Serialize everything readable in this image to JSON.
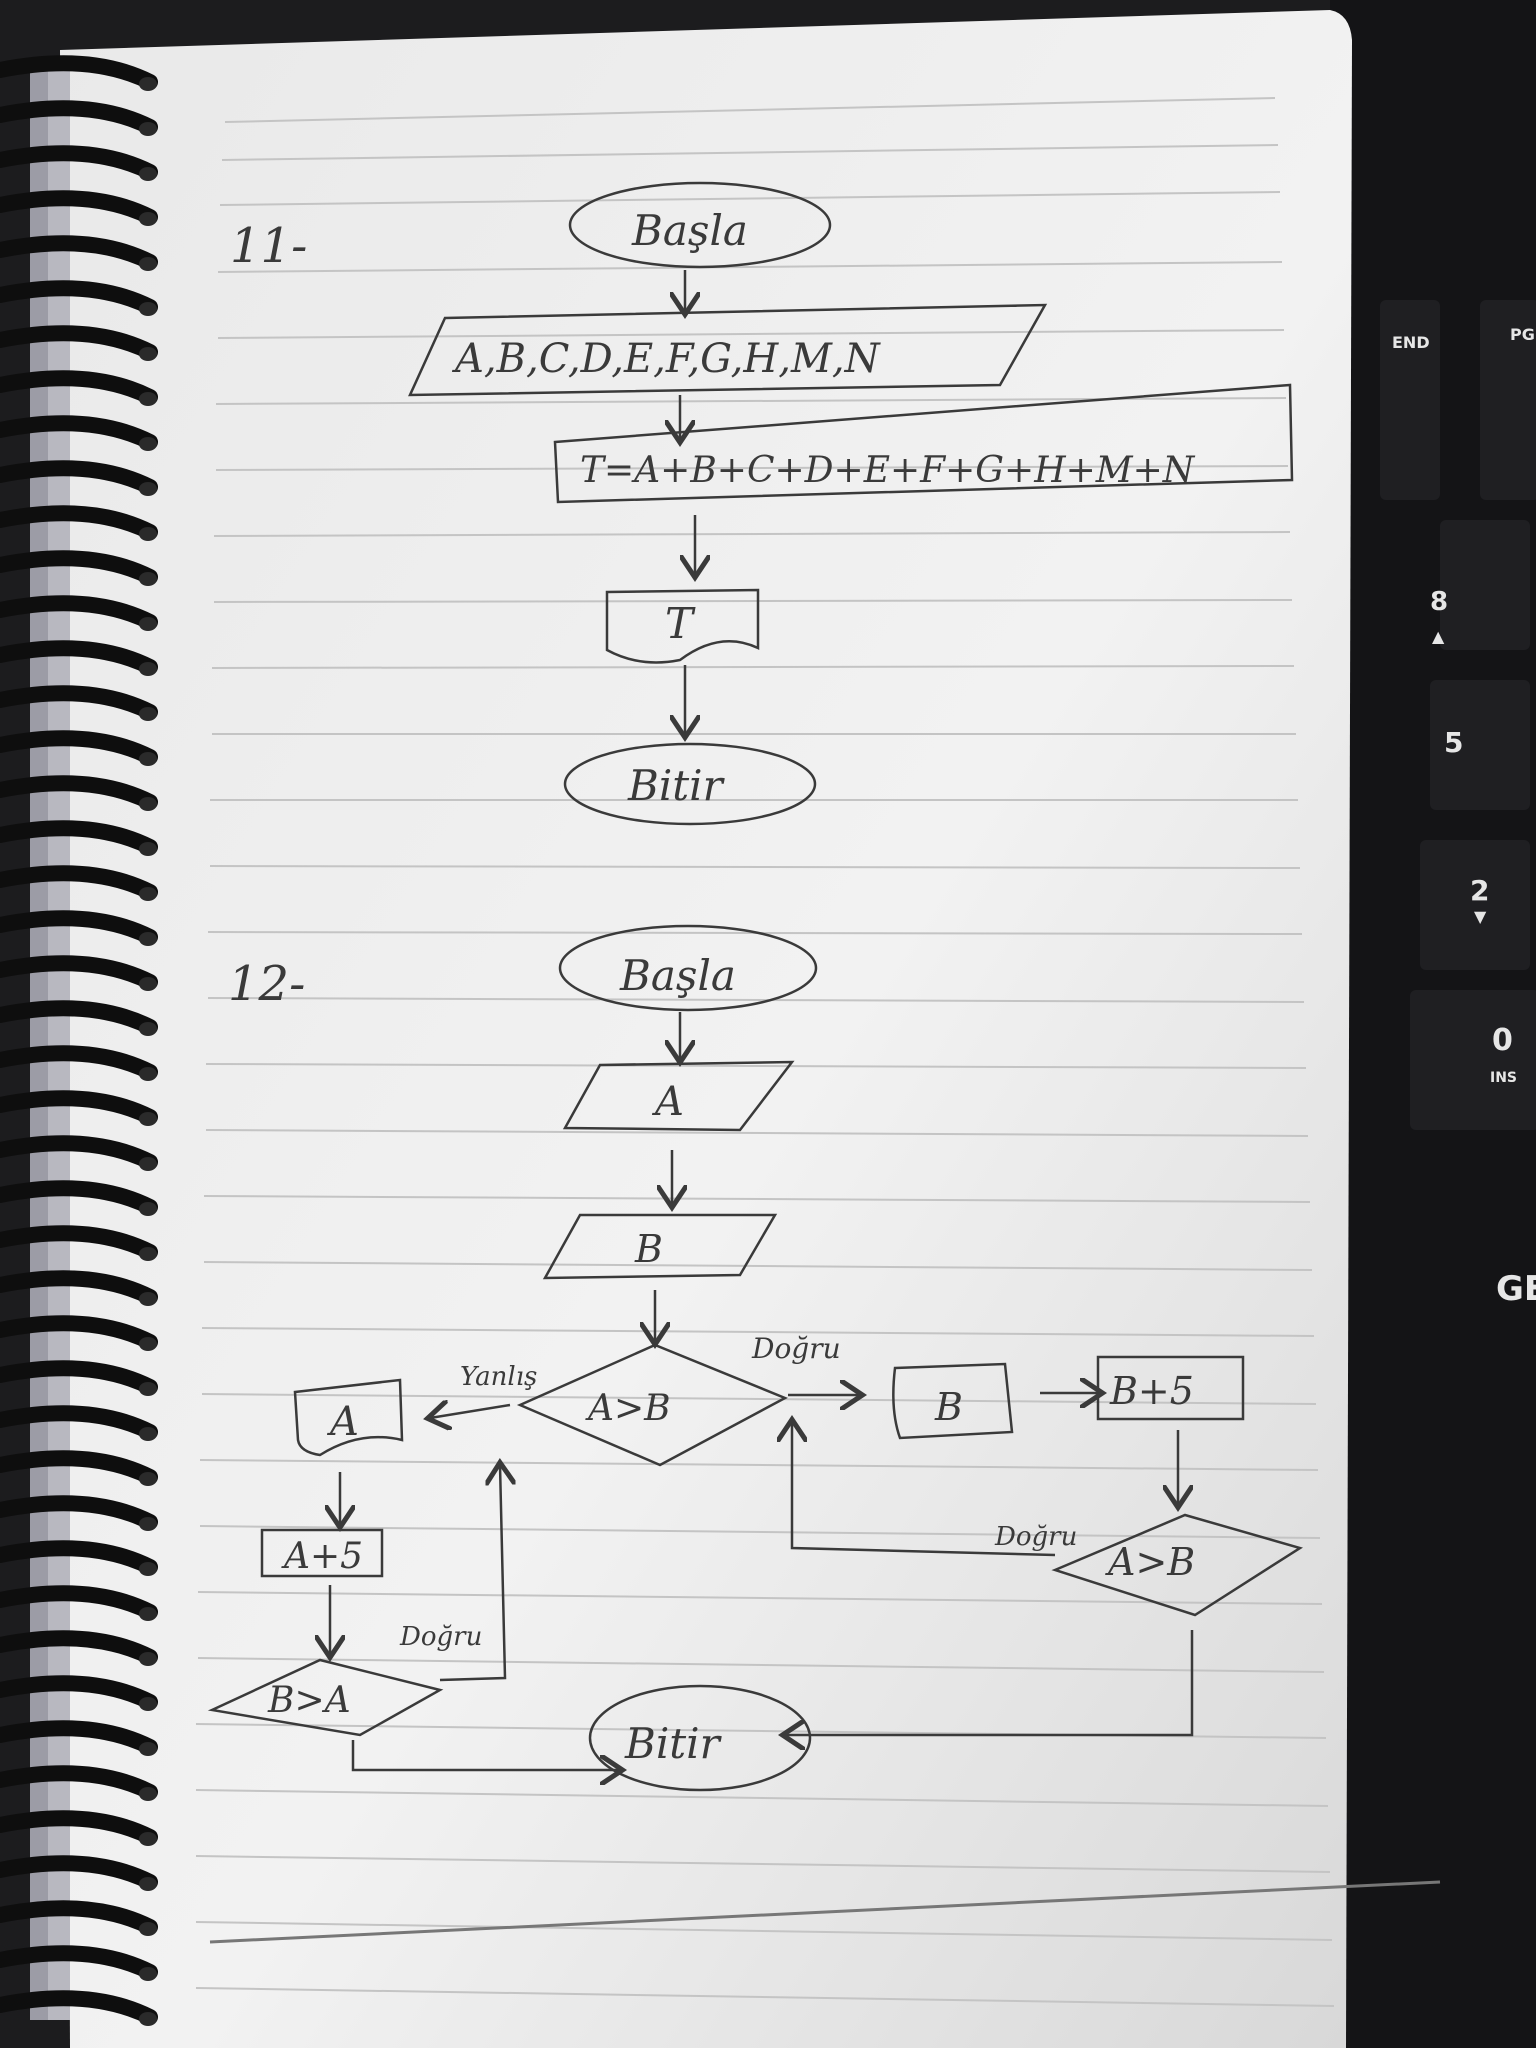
{
  "colors": {
    "paper": "#ececec",
    "ink": "#3a3a3a",
    "rule": "#c4c4c4",
    "coil": "#0e0e0e",
    "keyboard": "#151517",
    "backlight": "#dfe3ff"
  },
  "notebook": {
    "problem_11": {
      "number": "11-",
      "start": "Başla",
      "input": "A,B,C,D,E,F,G,H,M,N",
      "process": "T=A+B+C+D+E+F+G+H+M+N",
      "output": "T",
      "end": "Bitir"
    },
    "problem_12": {
      "number": "12-",
      "start": "Başla",
      "input_a": "A",
      "input_b": "B",
      "decision_main": "A>B",
      "false_label": "Yanlış",
      "true_label": "Doğru",
      "left_output": "A",
      "left_process": "A+5",
      "left_decision": "B>A",
      "left_true_label": "Doğru",
      "right_output": "B",
      "right_process": "B+5",
      "right_decision": "A>B",
      "right_true_label": "Doğru",
      "end": "Bitir"
    }
  },
  "keyboard": {
    "key_end": "END",
    "key_pg": "PG",
    "key_8": "8",
    "key_5": "5",
    "key_2": "2",
    "key_0": "0",
    "key_ins": "INS",
    "brand_partial": "GE G"
  },
  "icons": [
    "spiral-binding-icon",
    "arrow-up-icon",
    "arrow-down-icon"
  ]
}
